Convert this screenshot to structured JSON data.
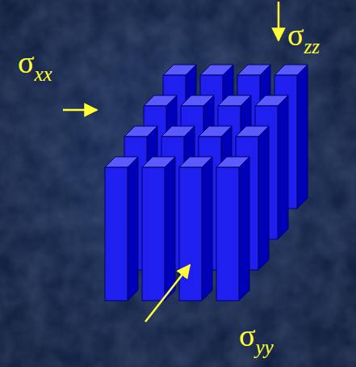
{
  "diagram": {
    "labels": [
      "σxx",
      "σzz",
      "σyy"
    ]
  }
}
